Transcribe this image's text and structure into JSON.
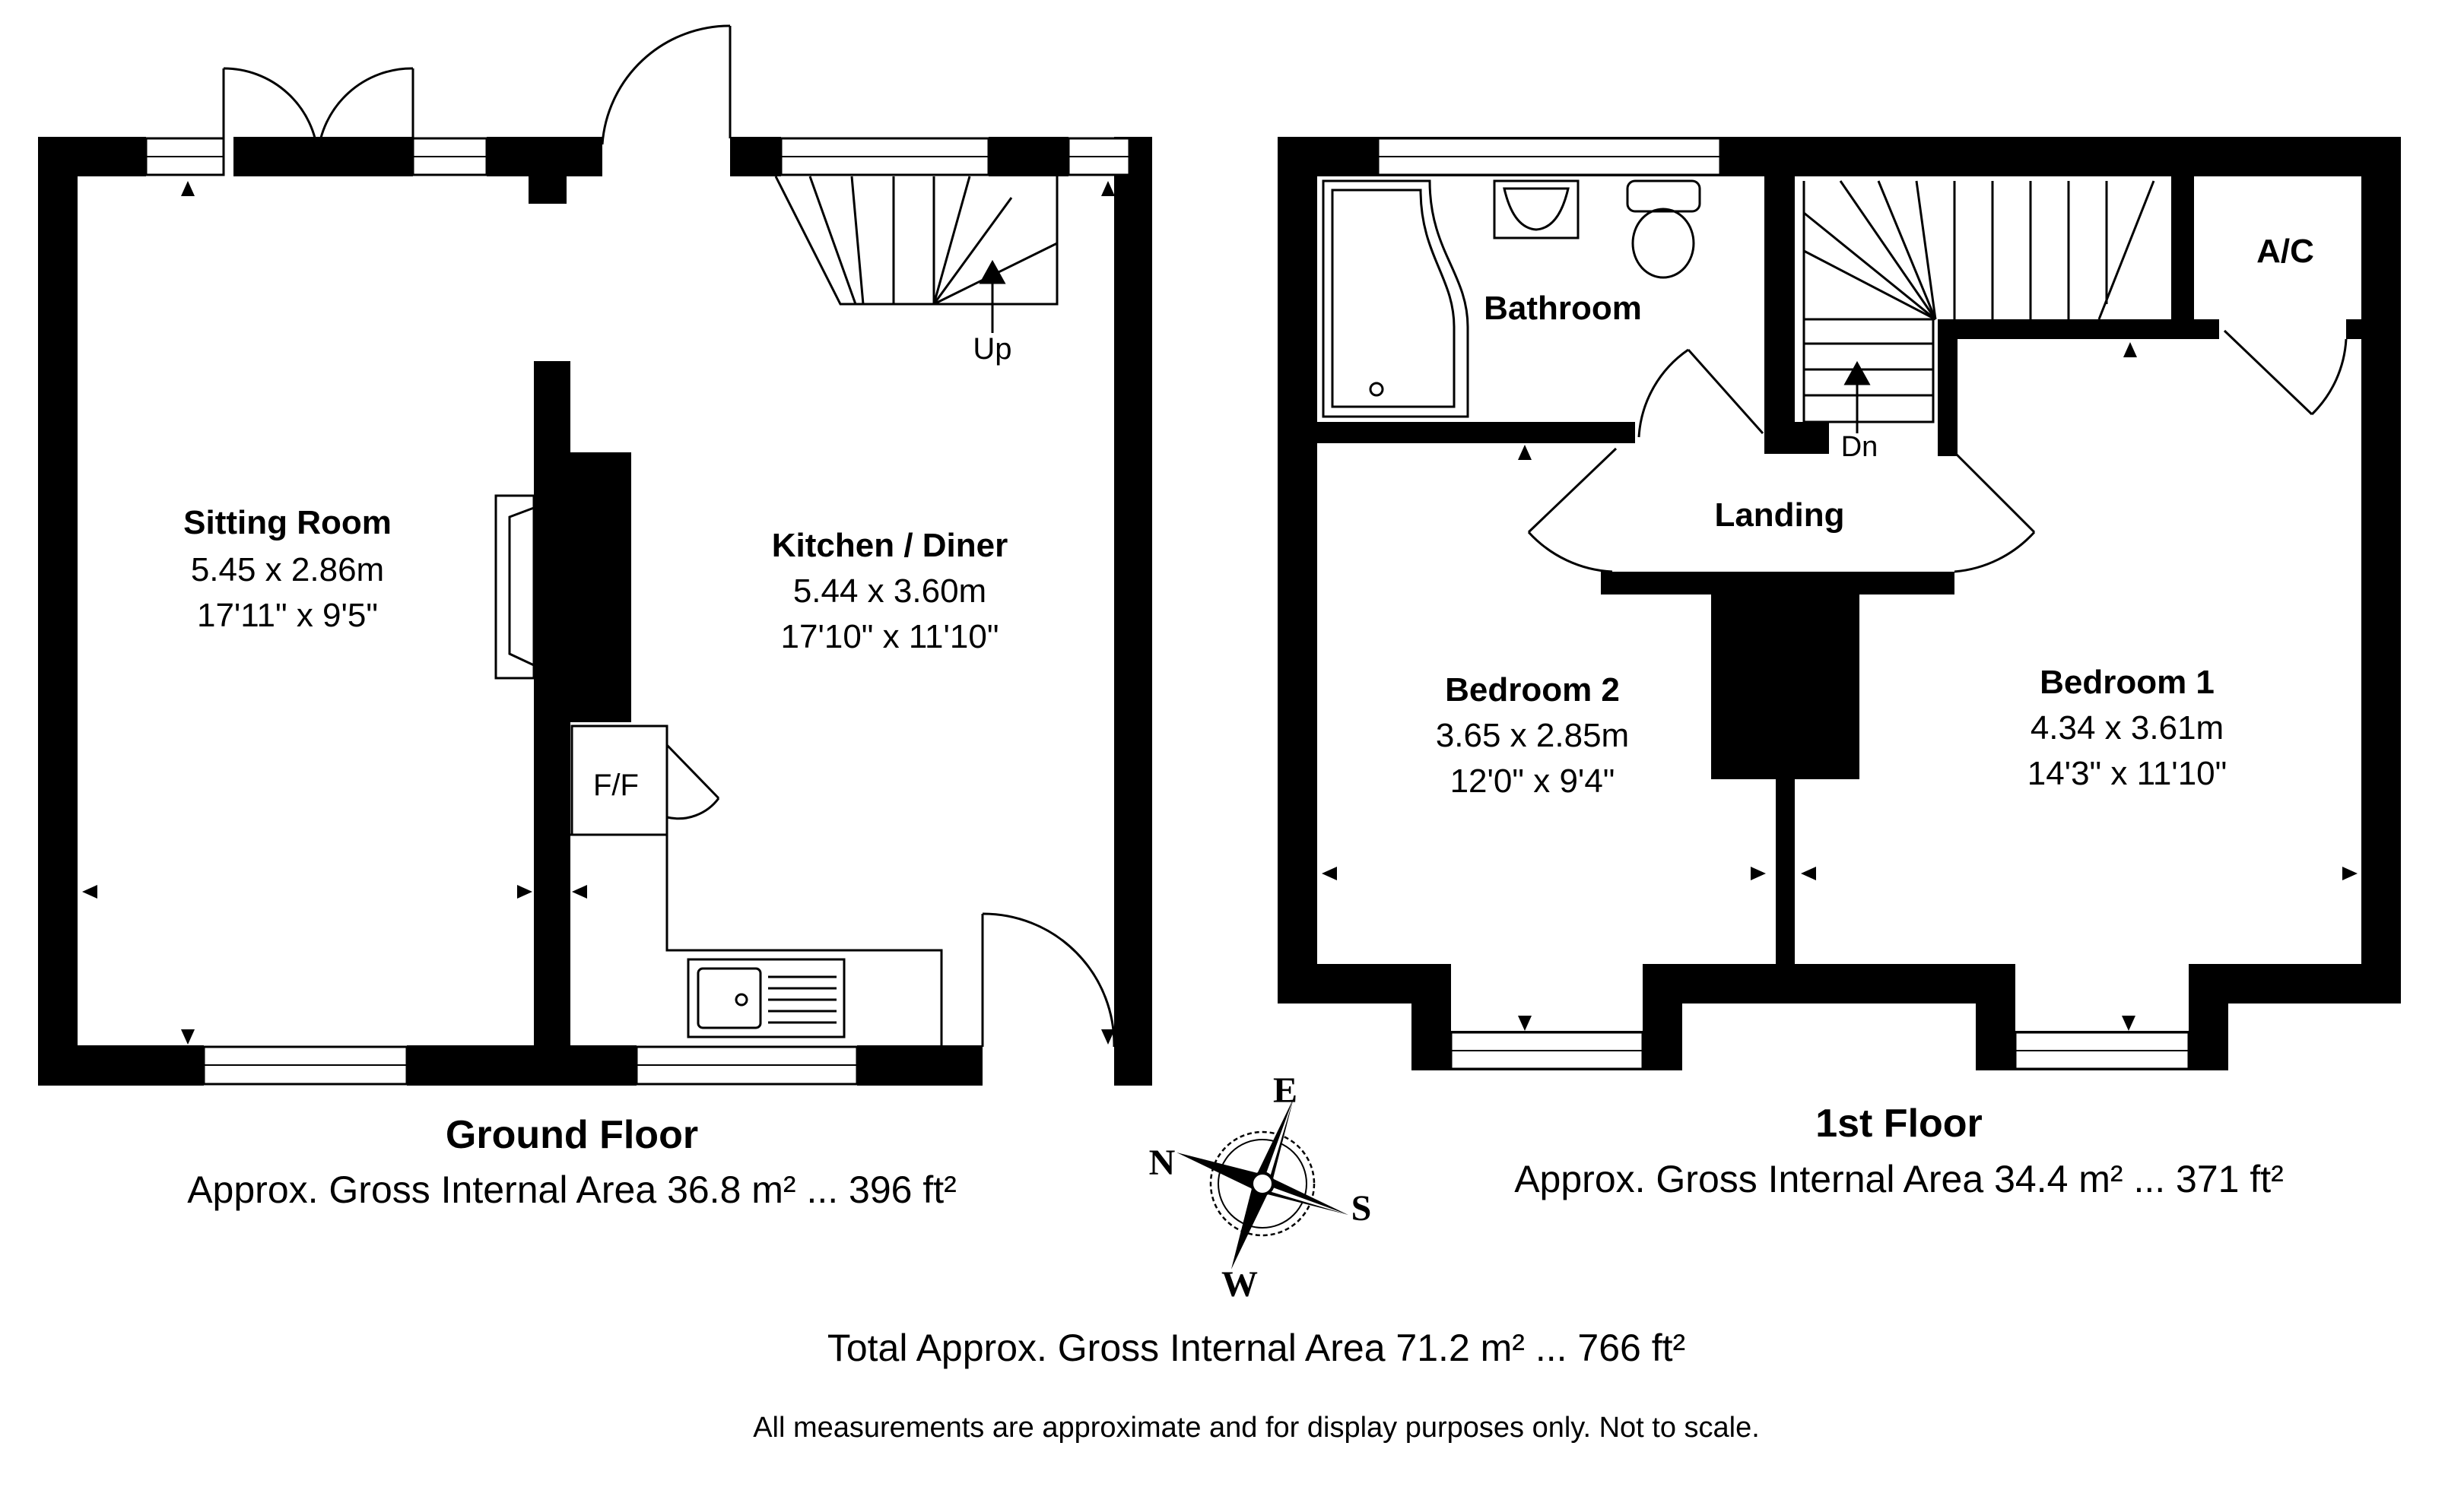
{
  "ground_floor": {
    "title": "Ground Floor",
    "area": "Approx. Gross Internal Area 36.8 m² ... 396 ft²",
    "rooms": {
      "sitting": {
        "name": "Sitting Room",
        "metric": "5.45 x 2.86m",
        "imperial": "17'11\" x 9'5\""
      },
      "kitchen": {
        "name": "Kitchen / Diner",
        "metric": "5.44 x 3.60m",
        "imperial": "17'10\" x 11'10\""
      }
    },
    "ff_label": "F/F",
    "stairs_label": "Up"
  },
  "first_floor": {
    "title": "1st Floor",
    "area": "Approx. Gross Internal Area 34.4 m² ... 371 ft²",
    "rooms": {
      "bathroom": {
        "name": "Bathroom"
      },
      "ac": {
        "name": "A/C"
      },
      "landing": {
        "name": "Landing"
      },
      "bed2": {
        "name": "Bedroom 2",
        "metric": "3.65 x 2.85m",
        "imperial": "12'0\" x 9'4\""
      },
      "bed1": {
        "name": "Bedroom 1",
        "metric": "4.34 x 3.61m",
        "imperial": "14'3\" x 11'10\""
      }
    },
    "stairs_label": "Dn"
  },
  "compass": {
    "n": "N",
    "e": "E",
    "s": "S",
    "w": "W"
  },
  "total_area": "Total Approx. Gross Internal Area 71.2 m² ... 766 ft²",
  "disclaimer": "All measurements are approximate and for display purposes only. Not to scale."
}
